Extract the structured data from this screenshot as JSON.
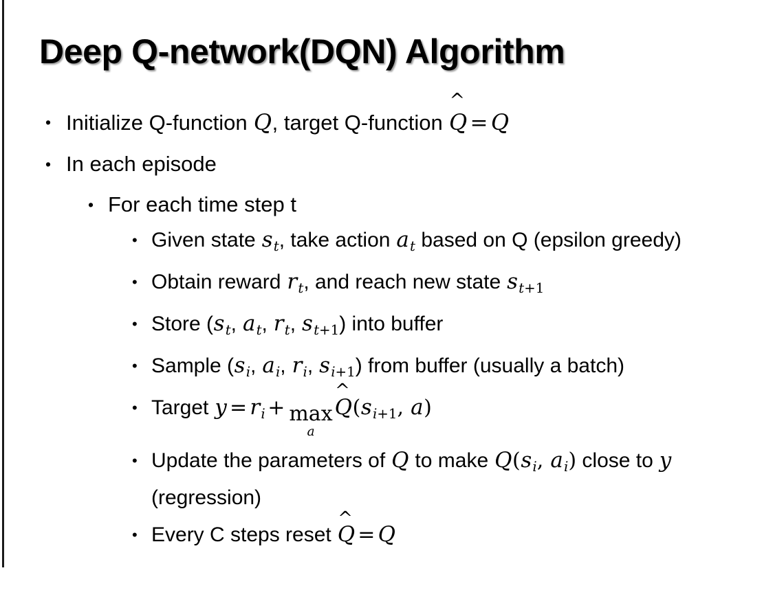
{
  "slide": {
    "title": "Deep Q-network(DQN) Algorithm",
    "background_color": "#ffffff",
    "text_color": "#000000",
    "edge_rule_color": "#1a1a1a",
    "bullet_glyph": "•"
  },
  "content": {
    "level1": [
      {
        "id": "initialize",
        "plain": "Initialize Q-function Q, target Q-function Q̂ = Q"
      },
      {
        "id": "in-each-episode",
        "text": "In each episode"
      }
    ],
    "level2": [
      {
        "id": "for-each-time-step",
        "text": "For each time step t"
      }
    ],
    "level3": [
      {
        "id": "given-state",
        "plain": "Given state s_t, take action a_t based on Q (epsilon greedy)"
      },
      {
        "id": "obtain-reward",
        "plain": "Obtain reward r_t, and reach new state s_{t+1}"
      },
      {
        "id": "store-transition",
        "plain": "Store (s_t, a_t, r_t, s_{t+1}) into buffer"
      },
      {
        "id": "sample-batch",
        "plain": "Sample (s_i, a_i, r_i, s_{i+1}) from buffer (usually a batch)"
      },
      {
        "id": "target-equation",
        "plain": "Target y = r_i + max_a Q̂(s_{i+1}, a)"
      },
      {
        "id": "update-parameters",
        "plain": "Update the parameters of Q to make Q(s_i, a_i) close to y (regression)"
      },
      {
        "id": "reset-target-network",
        "plain": "Every C steps reset Q̂ = Q"
      }
    ]
  },
  "fragments": {
    "initialize_a": "Initialize Q-function ",
    "initialize_b": ", target Q-function ",
    "var_Q": "Q",
    "hat": "̂",
    "eq": "=",
    "in_each_episode": "In each episode",
    "for_each_time_step": "For each time step t",
    "given_a": "Given state ",
    "given_b": ", take action ",
    "given_c": " based on Q (epsilon greedy)",
    "var_s": "s",
    "var_a": "a",
    "var_r": "r",
    "var_y": "y",
    "sub_t": "t",
    "sub_i": "i",
    "sub_t1": "t+1",
    "sub_i1": "i+1",
    "obtain_a": "Obtain reward ",
    "obtain_b": ", and reach new state ",
    "store_a": "Store (",
    "store_sep": ", ",
    "store_b": ") into buffer",
    "sample_a": "Sample (",
    "sample_b": ") from buffer (usually a batch)",
    "target_a": "Target ",
    "plus": "+",
    "maxop": "max",
    "lparen": "(",
    "rparen": ")",
    "comma": ", ",
    "update_a": "Update the parameters of ",
    "update_b": " to make ",
    "update_c": " close to ",
    "update_d": " (regression)",
    "every_a": "Every C steps reset "
  }
}
